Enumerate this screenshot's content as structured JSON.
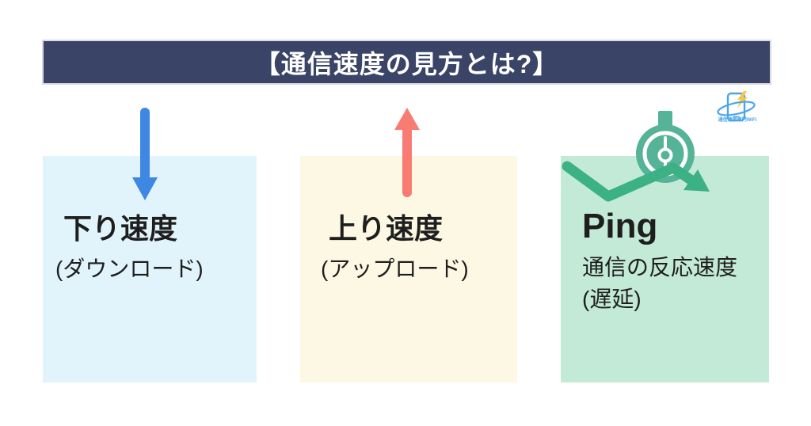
{
  "page_bg": "#FFFFFF",
  "text_color": "#1E1E1E",
  "title": {
    "text": "【通信速度の見方とは?】",
    "bg_color": "#3A4466",
    "text_color": "#FFFFFF",
    "border_color": "#D9DAE4"
  },
  "cards": [
    {
      "heading": "下り速度",
      "subtitle": "(ダウンロード)",
      "bg_color": "#E1F4FB",
      "icon": "down-arrow",
      "arrow_color": "#3E87E2"
    },
    {
      "heading": "上り速度",
      "subtitle": "(アップロード)",
      "bg_color": "#FCF8E3",
      "icon": "up-arrow",
      "arrow_color": "#F87C72"
    },
    {
      "heading": "Ping",
      "subtitle": "通信の反応速度",
      "subtitle2": "(遅延)",
      "bg_color": "#C3EAD6",
      "icon": "stopwatch",
      "stopwatch_color": "#55B498",
      "arrow_color": "#3CB185"
    }
  ],
  "logo": {
    "text": "通信速度専門WiFi",
    "accent_color": "#4BA5EA",
    "bolt_color": "#F7C844"
  }
}
